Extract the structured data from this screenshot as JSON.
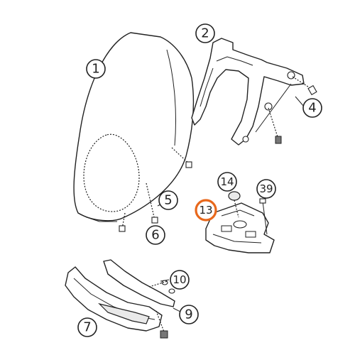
{
  "callouts": [
    {
      "id": "c1",
      "label": "1",
      "highlight": false
    },
    {
      "id": "c2",
      "label": "2",
      "highlight": false
    },
    {
      "id": "c4",
      "label": "4",
      "highlight": false
    },
    {
      "id": "c5",
      "label": "5",
      "highlight": false
    },
    {
      "id": "c6",
      "label": "6",
      "highlight": false
    },
    {
      "id": "c7",
      "label": "7",
      "highlight": false
    },
    {
      "id": "c9",
      "label": "9",
      "highlight": false
    },
    {
      "id": "c10",
      "label": "10",
      "highlight": false
    },
    {
      "id": "c13",
      "label": "13",
      "highlight": true
    },
    {
      "id": "c14",
      "label": "14",
      "highlight": false
    },
    {
      "id": "c39",
      "label": "39",
      "highlight": false
    }
  ],
  "colors": {
    "highlight": "#e8681c",
    "line": "#222222"
  }
}
